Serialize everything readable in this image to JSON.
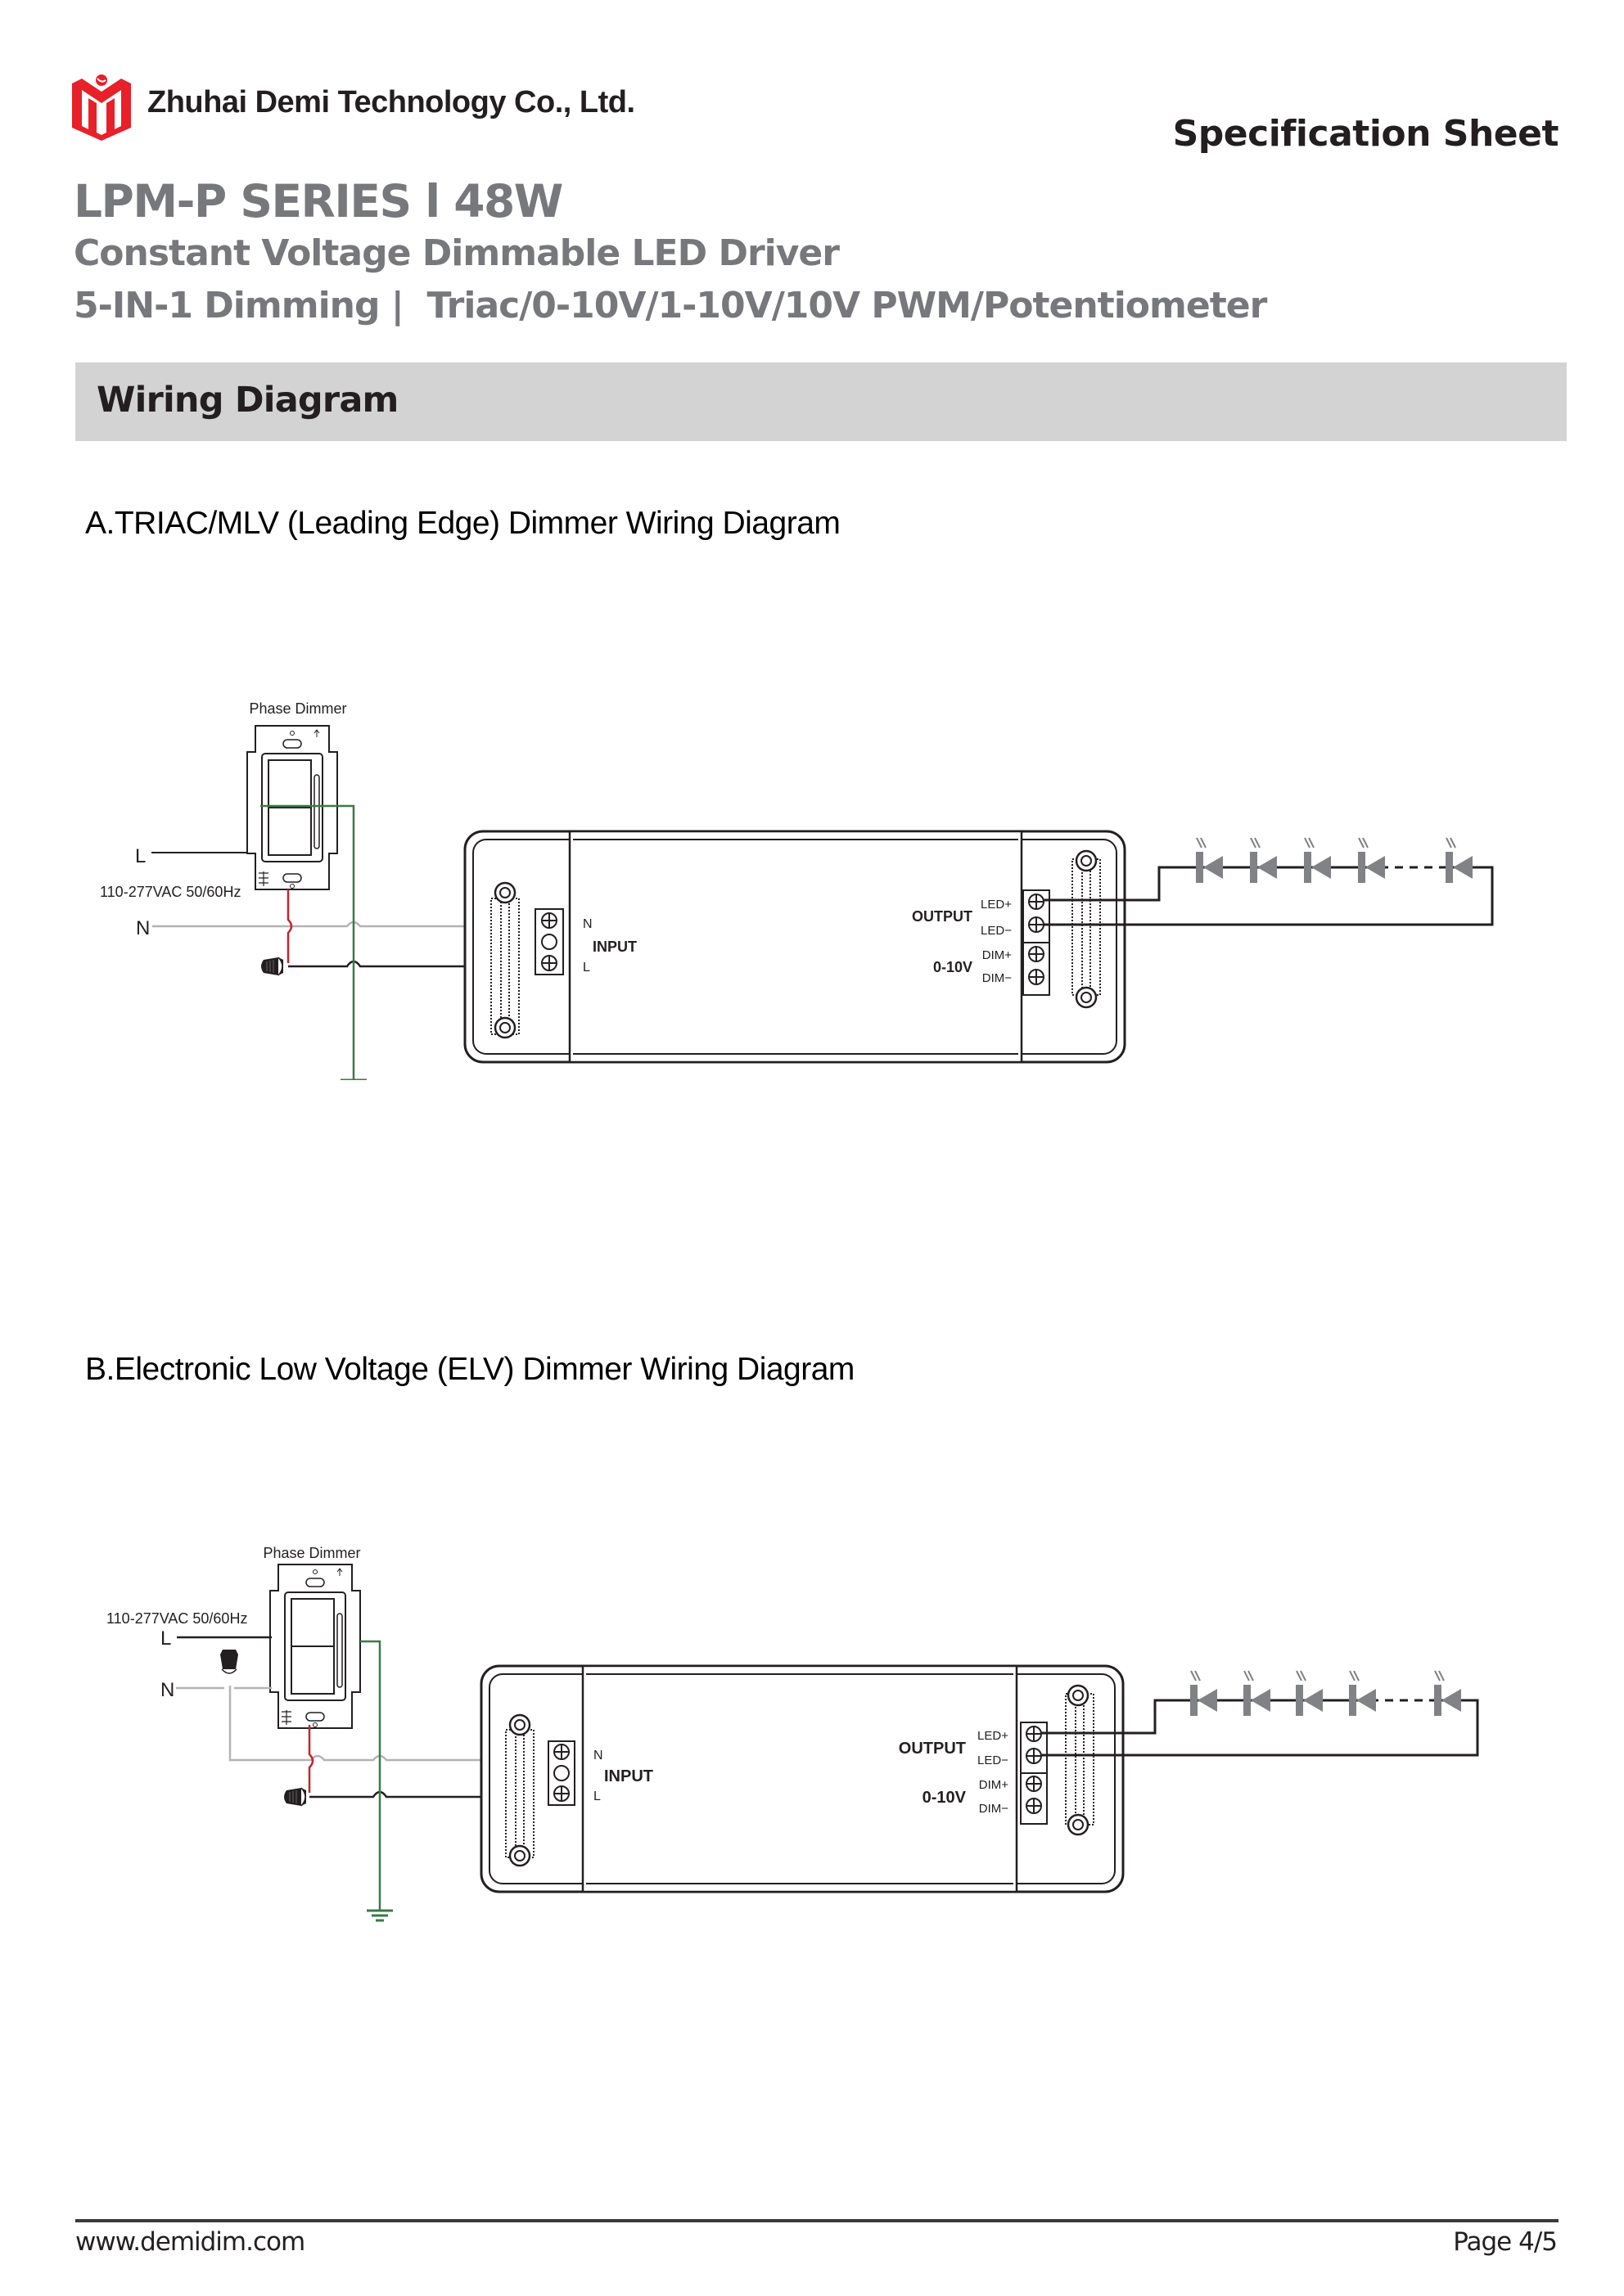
{
  "header": {
    "company_name": "Zhuhai Demi Technology Co., Ltd.",
    "document_type": "Specification Sheet",
    "series_title": "LPM-P SERIES l 48W",
    "subtitle": "Constant Voltage Dimmable LED Driver",
    "dimming_line": "5-IN-1 Dimming |  Triac/0-10V/1-10V/10V PWM/Potentiometer",
    "logo_icon": "demi-logo-icon"
  },
  "section": {
    "title": "Wiring Diagram"
  },
  "diagrams": [
    {
      "title": "A.TRIAC/MLV (Leading Edge) Dimmer Wiring Diagram",
      "dimmer_label": "Phase Dimmer",
      "supply_label": "110-277VAC 50/60Hz",
      "line_label": "L",
      "neutral_label": "N",
      "driver": {
        "input_n": "N",
        "input_label": "INPUT",
        "input_l": "L",
        "output_label": "OUTPUT",
        "led_plus": "LED+",
        "led_minus": "LED−",
        "dim_label": "0-10V",
        "dim_plus": "DIM+",
        "dim_minus": "DIM−"
      },
      "led_count_shown": 5
    },
    {
      "title": "B.Electronic Low Voltage (ELV) Dimmer Wiring Diagram",
      "dimmer_label": "Phase Dimmer",
      "supply_label": "110-277VAC 50/60Hz",
      "line_label": "L",
      "neutral_label": "N",
      "driver": {
        "input_n": "N",
        "input_label": "INPUT",
        "input_l": "L",
        "output_label": "OUTPUT",
        "led_plus": "LED+",
        "led_minus": "LED−",
        "dim_label": "0-10V",
        "dim_plus": "DIM+",
        "dim_minus": "DIM−"
      },
      "led_count_shown": 5
    }
  ],
  "colors": {
    "brand_red": "#e8202a",
    "title_gray": "#77787b",
    "section_bg": "#d3d3d3",
    "wire_hot_red": "#c1272d",
    "wire_ground_green": "#3a7a46",
    "wire_neutral_gray": "#b3b3b3",
    "led_gray": "#808285"
  },
  "footer": {
    "url": "www.demidim.com",
    "page": "Page 4/5"
  }
}
